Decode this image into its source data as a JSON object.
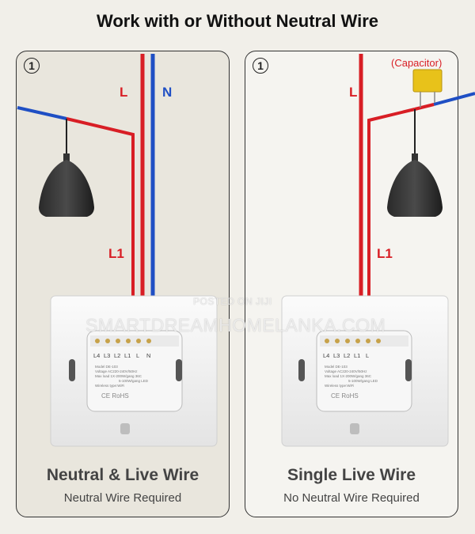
{
  "title": "Work with or Without Neutral Wire",
  "panels": [
    {
      "number": "1",
      "heading": "Neutral & Live Wire",
      "subheading": "Neutral Wire Required",
      "labels": {
        "live": "L",
        "neutral": "N",
        "load": "L1"
      },
      "terminals": [
        "L4",
        "L3",
        "L2",
        "L1",
        "L",
        "N"
      ],
      "switch_text": [
        "Model DE-103",
        "Voltage AC220-240V/50Hz",
        "Max load 1X-200W/gang 36C",
        "5-100W/gang LED",
        "Wireless type:WiFi"
      ],
      "certs": "CE RoHS"
    },
    {
      "number": "1",
      "heading": "Single Live Wire",
      "subheading": "No Neutral Wire Required",
      "labels": {
        "live": "L",
        "load": "L1",
        "capacitor": "(Capacitor)"
      },
      "terminals": [
        "L4",
        "L3",
        "L2",
        "L1",
        "L"
      ],
      "switch_text": [
        "Model DE-103",
        "Voltage AC220-240V/50Hz",
        "Max load 1X-200W/gang 36C",
        "5-100W/gang LED",
        "Wireless type:WiFi"
      ],
      "certs": "CE RoHS"
    }
  ],
  "watermark": {
    "line1": "POSTED ON JIJI",
    "line2": "SMARTDREAMHOMELANKA.COM"
  },
  "colors": {
    "live": "#d81e25",
    "neutral": "#1f4fc4",
    "capacitor": "#e8c21a"
  }
}
